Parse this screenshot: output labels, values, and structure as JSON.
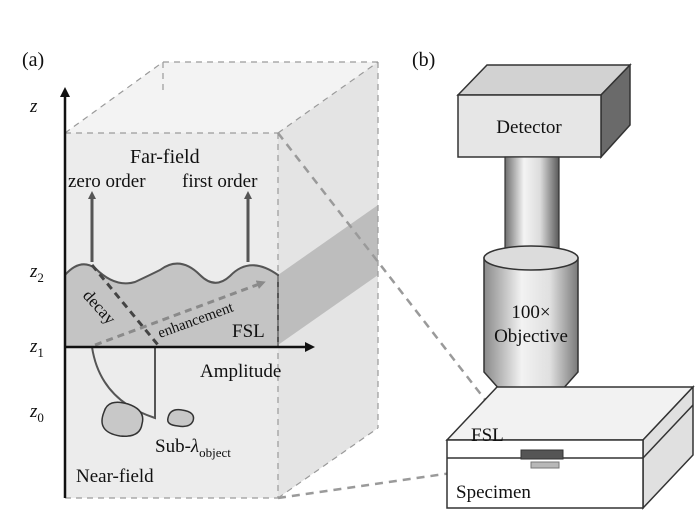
{
  "panel_a": {
    "label": "(a)",
    "axis_z": "z",
    "z2": "z",
    "z2_sub": "2",
    "z1": "z",
    "z1_sub": "1",
    "z0": "z",
    "z0_sub": "0",
    "far_field": "Far-field",
    "zero_order": "zero order",
    "first_order": "first order",
    "decay": "decay",
    "enhancement": "enhancement",
    "fsl": "FSL",
    "amplitude": "Amplitude",
    "sub_lambda_prefix": "Sub-",
    "sub_lambda_symbol": "λ",
    "sub_lambda_sub": "object",
    "near_field": "Near-field"
  },
  "panel_b": {
    "label": "(b)",
    "detector": "Detector",
    "objective_mag": "100×",
    "objective": "Objective",
    "fsl": "FSL",
    "specimen": "Specimen"
  },
  "colors": {
    "box_face": "#ececec",
    "fsl_fill": "#c4c4c4",
    "dark_gray": "#555555",
    "arrow_gray": "#8a8a8a",
    "dashed_gray": "#9a9a9a"
  }
}
